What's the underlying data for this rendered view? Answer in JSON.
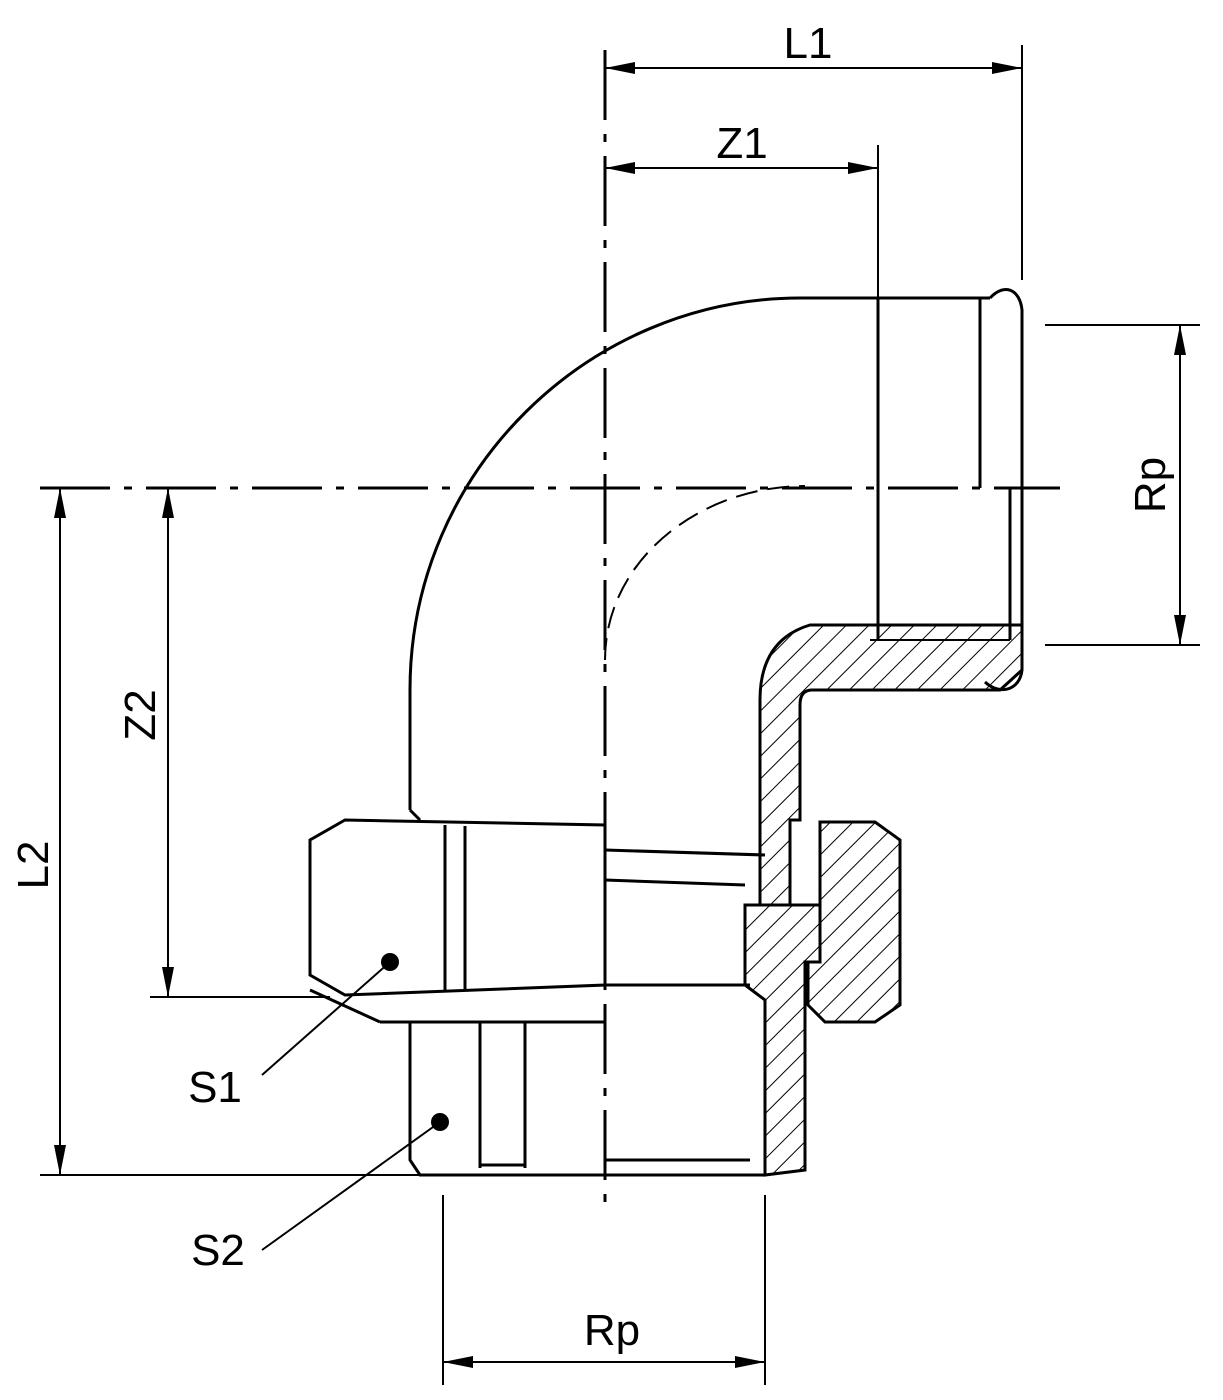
{
  "labels": {
    "l1": "L1",
    "z1": "Z1",
    "rp_right": "Rp",
    "l2": "L2",
    "z2": "Z2",
    "s1": "S1",
    "s2": "S2",
    "rp_bottom": "Rp"
  }
}
